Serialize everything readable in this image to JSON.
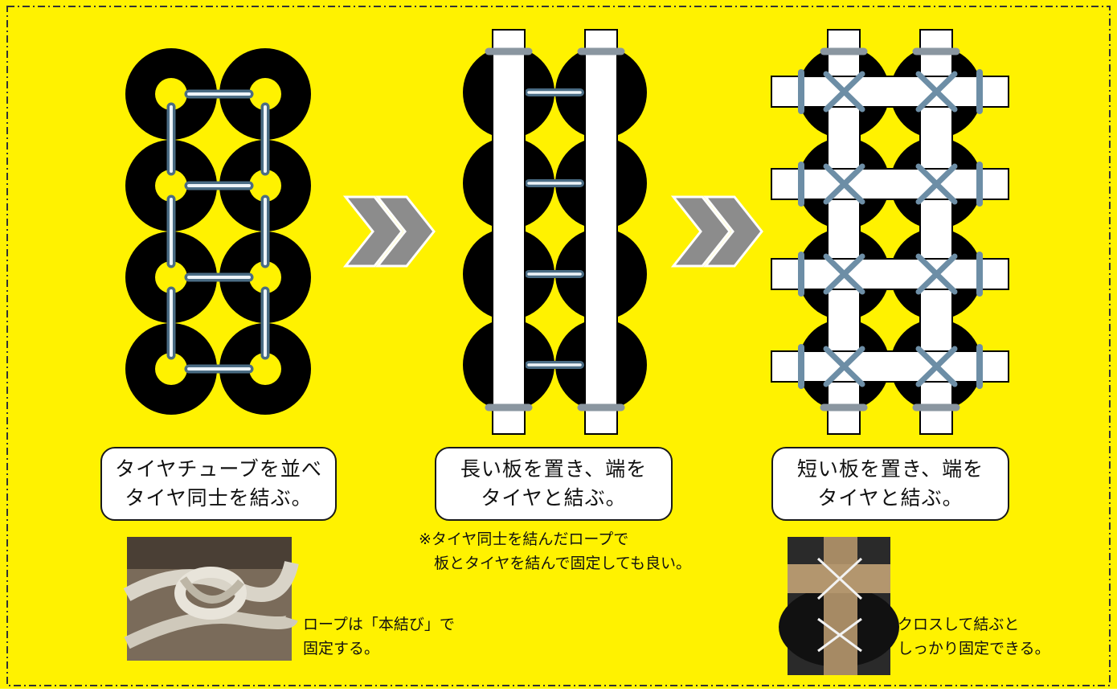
{
  "colors": {
    "background": "#fff200",
    "tire": "#000000",
    "board": "#ffffff",
    "rope": "#6d8ea6",
    "band": "#8a96a0",
    "arrow": "#8c8c8c"
  },
  "steps": [
    {
      "caption": [
        "タイヤチューブを並べ",
        "タイヤ同士を結ぶ。"
      ]
    },
    {
      "caption": [
        "長い板を置き、端を",
        "タイヤと結ぶ。"
      ]
    },
    {
      "caption": [
        "短い板を置き、端を",
        "タイヤと結ぶ。"
      ]
    }
  ],
  "notes": {
    "step2_note": "※タイヤ同士を結んだロープで\n　板とタイヤを結んで固定しても良い。",
    "knot_note": "ロープは「本結び」で\n固定する。",
    "cross_note": "クロスして結ぶと\nしっかり固定できる。"
  },
  "photos": {
    "knot": "square-knot-photo",
    "cross": "cross-tie-photo"
  }
}
